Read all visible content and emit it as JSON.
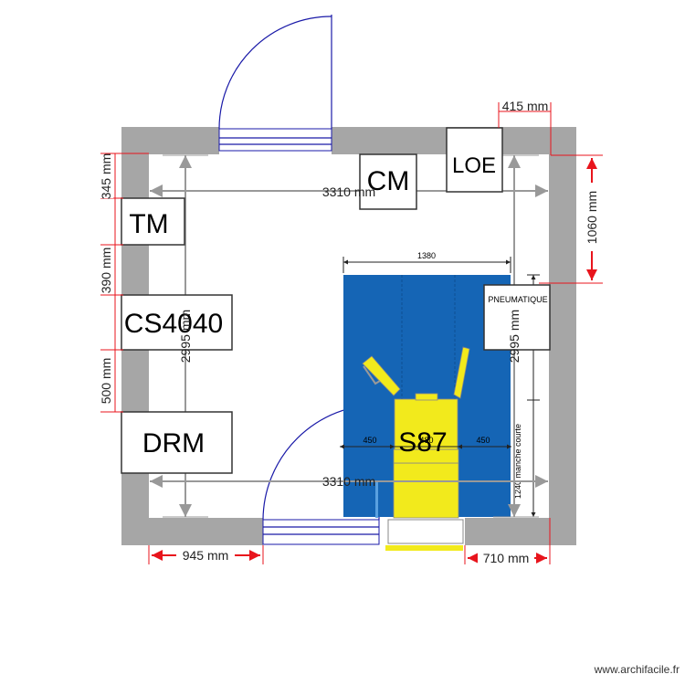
{
  "plan": {
    "dimensions": {
      "top_right": "415 mm",
      "left_upper": "345 mm",
      "left_middle": "390 mm",
      "left_lower": "500 mm",
      "width_top": "3310 mm",
      "width_bottom": "3310 mm",
      "height_left": "2995 mm",
      "height_right": "2995 mm",
      "right_height": "1060 mm",
      "bottom_left": "945 mm",
      "bottom_right": "710 mm"
    },
    "equipment": {
      "cm": "CM",
      "loe": "LOE",
      "tm": "TM",
      "cs4040": "CS4040",
      "drm": "DRM",
      "pneumatique": "PNEUMATIQUE",
      "s87": "S87"
    },
    "machine": {
      "width_label": "1380",
      "left_label": "450",
      "center_label": "480",
      "right_label": "450",
      "side_label": "1240 manche courte"
    }
  },
  "credit": "www.archifacile.fr",
  "colors": {
    "wall": "#a6a6a6",
    "dimension_red": "#e8141c",
    "door_blue": "#1a1aa8",
    "machine_blue": "#1565b5",
    "machine_yellow": "#f2ea1c"
  }
}
